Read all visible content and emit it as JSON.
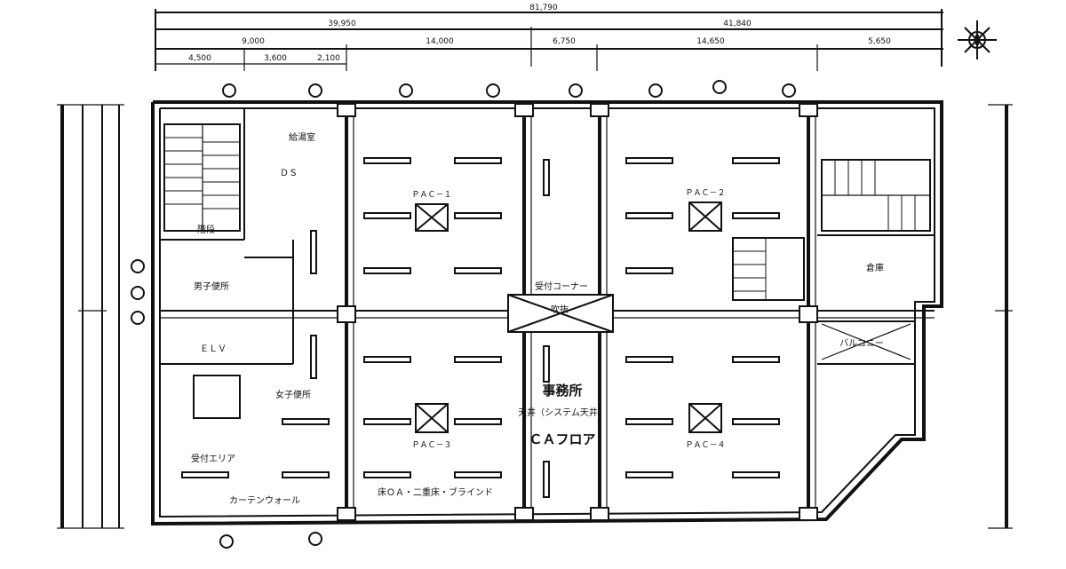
{
  "dimensions": {
    "overall": "81,790",
    "left_total": "39,950",
    "right_total": "41,840",
    "sub": [
      "9,000",
      "14,000",
      "6,750",
      "14,650",
      "5,650"
    ],
    "left_detail": [
      "4,500",
      "3,600",
      "2,100"
    ]
  },
  "rooms": {
    "office_main": "事務所",
    "office_note": "天井（システム天井）",
    "ca_floor": "ＣＡフロア",
    "shaft": "吹抜",
    "reception": "受付コーナー",
    "reception2": "受付エリア",
    "elevator": "ＥＬＶ",
    "stair": "階段",
    "wc_male": "男子便所",
    "wc_female": "女子便所",
    "pantry": "給湯室",
    "pit": "ＤＳ",
    "storage": "倉庫",
    "balcony": "バルコニー",
    "note_bottom_left": "カーテンウォール",
    "note_bottom_mid": "床ＯＡ・二重床・ブラインド",
    "ceiling_units": [
      "ＰＡＣ－１",
      "ＰＡＣ－２",
      "ＰＡＣ－３",
      "ＰＡＣ－４"
    ]
  }
}
